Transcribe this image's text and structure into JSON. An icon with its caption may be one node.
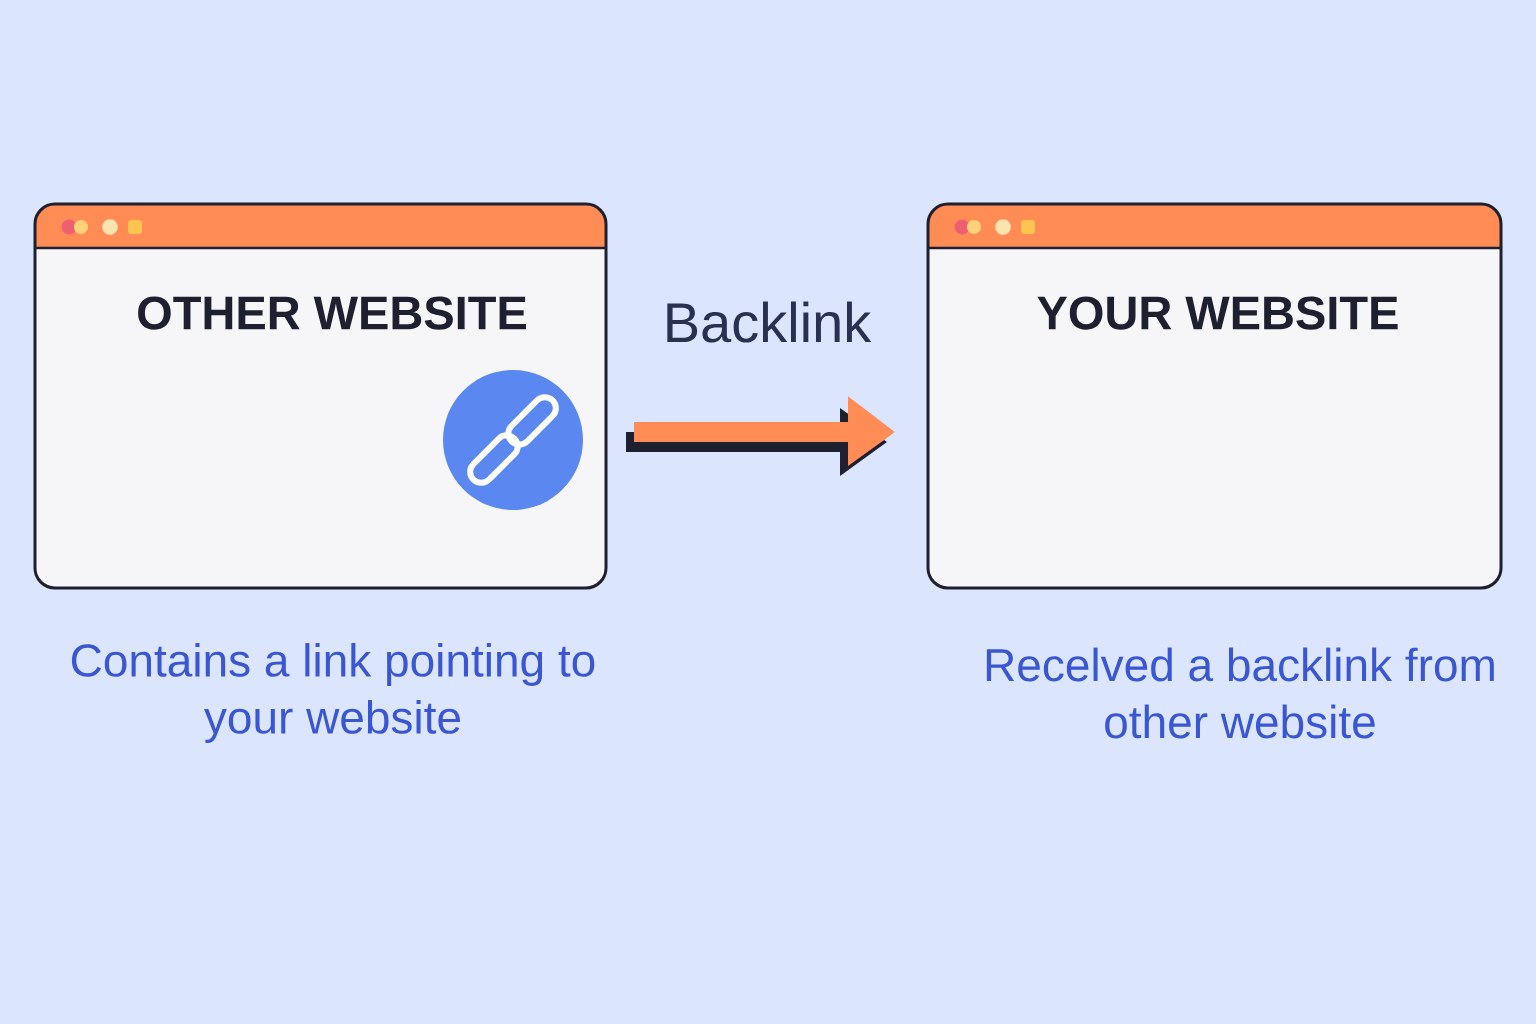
{
  "diagram": {
    "nodes": [
      {
        "text": [
          "OTHER WEBSITE"
        ],
        "beside": [
          "Contains a link pointing to your website"
        ]
      },
      {
        "text": [
          "YOUR WEBSITE"
        ],
        "beside": [
          "Recelved a backlink from other website"
        ]
      }
    ],
    "edges": [
      {
        "from": 0,
        "to": 1,
        "arrow": "to",
        "label": "Backlink",
        "color": "#ff8c55"
      }
    ]
  }
}
